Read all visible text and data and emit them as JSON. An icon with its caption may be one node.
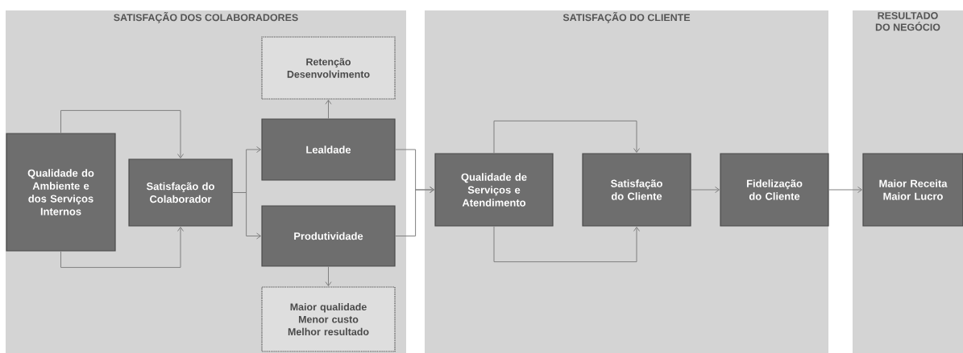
{
  "diagram": {
    "nodes": [
      {
        "text": [
          "SATISFAÇÃO DOS COLABORADORES"
        ]
      },
      {
        "text": [
          "SATISFAÇÃO DO CLIENTE"
        ]
      },
      {
        "text": [
          "RESULTADO DO NEGÓCIO"
        ]
      },
      {
        "text": [
          "Qualidade do Ambiente e dos Serviços Internos"
        ],
        "in": 0
      },
      {
        "text": [
          "Satisfação do Colaborador"
        ],
        "in": 0
      },
      {
        "text": [
          "Retenção Desenvolvimento"
        ],
        "in": 0
      },
      {
        "text": [
          "Lealdade"
        ],
        "in": 0
      },
      {
        "text": [
          "Produtividade"
        ],
        "in": 0
      },
      {
        "text": [
          "Maior qualidade Menor custo Melhor resultado"
        ],
        "in": 0
      },
      {
        "text": [
          "Qualidade de Serviços e Atendimento"
        ],
        "in": 1
      },
      {
        "text": [
          "Satisfação do Cliente"
        ],
        "in": 1
      },
      {
        "text": [
          "Fidelização do Cliente"
        ],
        "in": 1
      },
      {
        "text": [
          "Maior Receita Maior Lucro"
        ],
        "in": 2
      }
    ],
    "edges": [
      {
        "from": 3,
        "to": 4,
        "arrow": "to"
      },
      {
        "from": 3,
        "to": 4,
        "arrow": "to"
      },
      {
        "from": 4,
        "to": 6,
        "arrow": "to"
      },
      {
        "from": 4,
        "to": 7,
        "arrow": "to"
      },
      {
        "from": 6,
        "to": 5,
        "arrow": "to"
      },
      {
        "from": 7,
        "to": 8,
        "arrow": "to"
      },
      {
        "from": 6,
        "to": 9,
        "arrow": "to"
      },
      {
        "from": 7,
        "to": 9,
        "arrow": "to"
      },
      {
        "from": 9,
        "to": 10,
        "arrow": "to"
      },
      {
        "from": 9,
        "to": 10,
        "arrow": "to"
      },
      {
        "from": 10,
        "to": 11,
        "arrow": "to"
      },
      {
        "from": 11,
        "to": 12,
        "arrow": "to"
      }
    ]
  }
}
